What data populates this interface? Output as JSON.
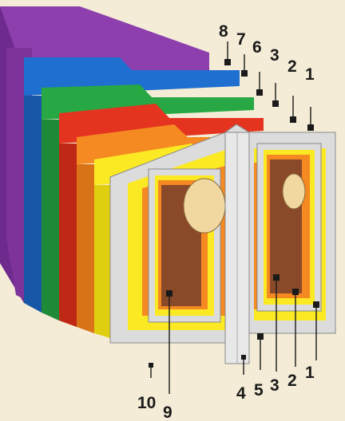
{
  "diagram": {
    "colors": {
      "purple": "#8e3fae",
      "blue": "#1f6fd0",
      "green": "#27a844",
      "red": "#e43420",
      "orange": "#f58a22",
      "yellow": "#fbe924",
      "silver": "#dcdcdc",
      "interior": "#8a4a2a",
      "background": "#f4ecd6"
    },
    "top_labels": [
      "8",
      "7",
      "6",
      "3",
      "2",
      "1"
    ],
    "bottom_labels": [
      "10",
      "9",
      "4",
      "5",
      "3",
      "2",
      "1"
    ]
  }
}
